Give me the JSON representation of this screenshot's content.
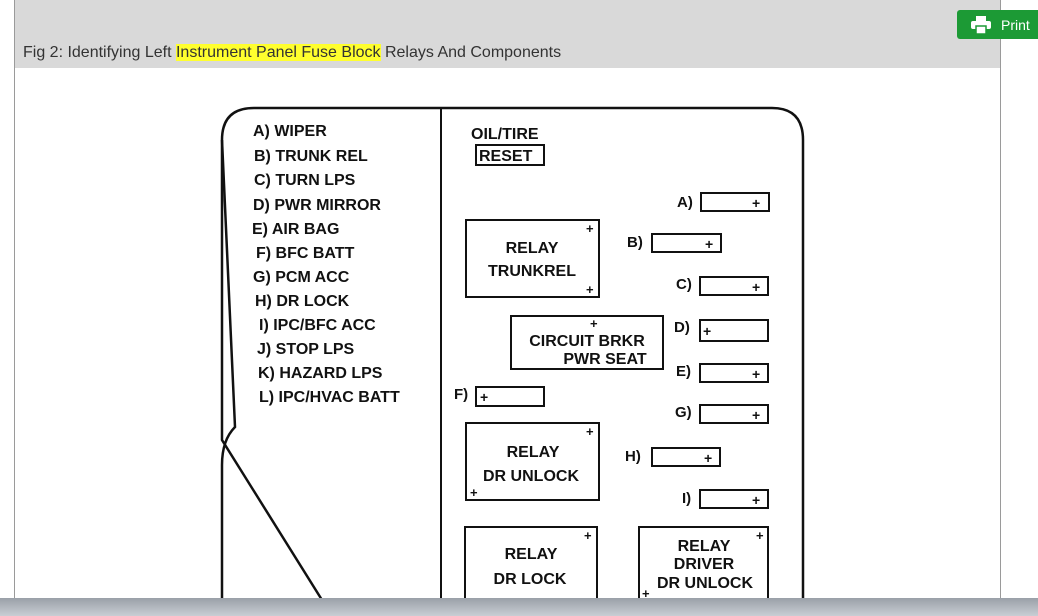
{
  "caption": {
    "prefix": "Fig 2: Identifying Left ",
    "highlight": "Instrument Panel Fuse Block",
    "suffix": " Relays And Components"
  },
  "print_button": {
    "label": "Print",
    "icon": "printer-icon"
  },
  "diagram": {
    "legend": [
      "A) WIPER",
      "B) TRUNK REL",
      "C) TURN LPS",
      "D) PWR MIRROR",
      "E) AIR BAG",
      "F) BFC BATT",
      "G) PCM ACC",
      "H) DR LOCK",
      "I) IPC/BFC ACC",
      "J) STOP LPS",
      "K) HAZARD LPS",
      "L) IPC/HVAC BATT"
    ],
    "oil_tire_label": "OIL/TIRE",
    "reset_label": "RESET",
    "fuse_letters": [
      "A)",
      "B)",
      "C)",
      "D)",
      "E)",
      "F)",
      "G)",
      "H)",
      "I)"
    ],
    "plus": "+",
    "relay_trunkrel": [
      "RELAY",
      "TRUNKREL"
    ],
    "circuit_brkr": [
      "CIRCUIT BRKR",
      "PWR SEAT"
    ],
    "relay_dr_unlock": [
      "RELAY",
      "DR UNLOCK"
    ],
    "relay_dr_lock": [
      "RELAY",
      "DR LOCK"
    ],
    "relay_driver_dr_unlock": [
      "RELAY",
      "DRIVER",
      "DR UNLOCK"
    ]
  }
}
